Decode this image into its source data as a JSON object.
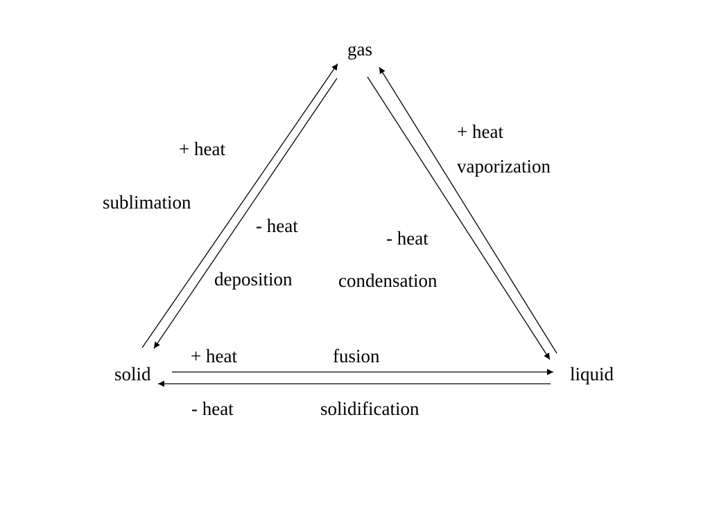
{
  "states": {
    "gas": "gas",
    "solid": "solid",
    "liquid": "liquid"
  },
  "transitions": {
    "sublimation": {
      "heat": "+ heat",
      "name": "sublimation"
    },
    "deposition": {
      "heat": "- heat",
      "name": "deposition"
    },
    "vaporization": {
      "heat": "+ heat",
      "name": "vaporization"
    },
    "condensation": {
      "heat": "- heat",
      "name": "condensation"
    },
    "fusion": {
      "heat": "+ heat",
      "name": "fusion"
    },
    "solidification": {
      "heat": "- heat",
      "name": "solidification"
    }
  },
  "colors": {
    "ink": "#000000",
    "background": "#ffffff"
  }
}
